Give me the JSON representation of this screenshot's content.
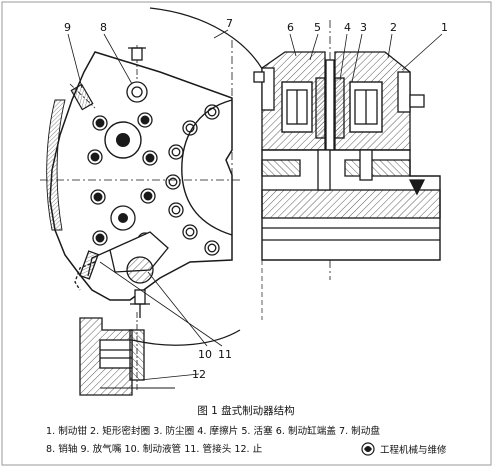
{
  "callouts": [
    "1",
    "2",
    "3",
    "4",
    "5",
    "6",
    "7",
    "8",
    "9",
    "10",
    "11",
    "12"
  ],
  "caption": {
    "title": "图 1  盘式制动器结构",
    "legend_line1": "1. 制动钳  2. 矩形密封圈  3. 防尘圈  4. 摩擦片  5. 活塞  6. 制动缸端盖  7. 制动盘",
    "legend_line2": "8. 销轴  9. 放气嘴  10. 制动液管  11. 管接头  12. 止"
  },
  "watermark": {
    "text": "工程机械与维修"
  },
  "colors": {
    "line": "#1a1a1a",
    "hatch": "#333333",
    "background": "#ffffff"
  }
}
